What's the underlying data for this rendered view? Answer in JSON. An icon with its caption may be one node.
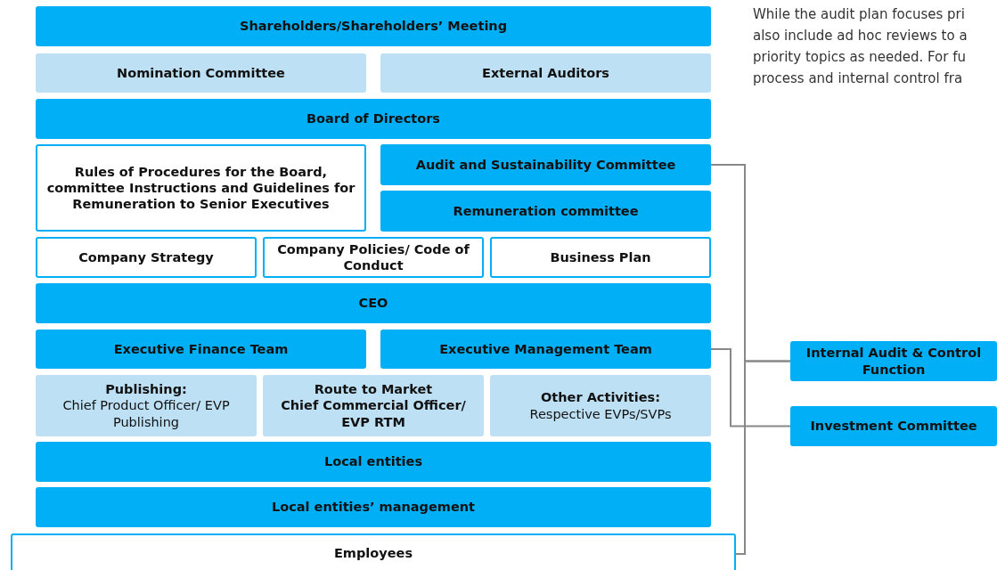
{
  "diagram": {
    "nodes": [
      {
        "text": [
          "Shareholders/Shareholders’ Meeting"
        ]
      },
      {
        "text": [
          "Nomination Committee"
        ]
      },
      {
        "text": [
          "External Auditors"
        ]
      },
      {
        "text": [
          "Board of Directors"
        ]
      },
      {
        "text": [
          "Rules of Procedures for the Board, committee Instructions and Guidelines for Remuneration to Senior Executives"
        ]
      },
      {
        "text": [
          "Audit and Sustainability Committee"
        ]
      },
      {
        "text": [
          "Remuneration committee"
        ]
      },
      {
        "text": [
          "Company Strategy"
        ]
      },
      {
        "text": [
          "Company Policies/ Code of Conduct"
        ]
      },
      {
        "text": [
          "Business Plan"
        ]
      },
      {
        "text": [
          "CEO"
        ]
      },
      {
        "text": [
          "Executive Finance Team"
        ]
      },
      {
        "text": [
          "Executive Management Team"
        ]
      },
      {
        "text": [
          "Publishing:",
          "Chief Product Officer/ EVP Publishing"
        ]
      },
      {
        "text": [
          "Route to Market",
          "Chief Commercial Officer/ EVP RTM"
        ]
      },
      {
        "text": [
          "Other Activities:",
          "Respective EVPs/SVPs"
        ]
      },
      {
        "text": [
          "Local entities"
        ]
      },
      {
        "text": [
          "Local entities’ management"
        ]
      },
      {
        "text": [
          "Employees"
        ]
      },
      {
        "text": [
          "Internal Audit & Control Function"
        ]
      },
      {
        "text": [
          "Investment Committee"
        ]
      }
    ],
    "edges": [
      {
        "from": 5,
        "to": 19,
        "arrow": "none"
      },
      {
        "from": 18,
        "to": 19,
        "arrow": "none"
      },
      {
        "from": 12,
        "to": 20,
        "arrow": "none"
      }
    ],
    "labels": [
      "While the audit plan focuses pri also include ad hoc reviews to a priority topics as needed. For fu process and internal control fra"
    ]
  }
}
